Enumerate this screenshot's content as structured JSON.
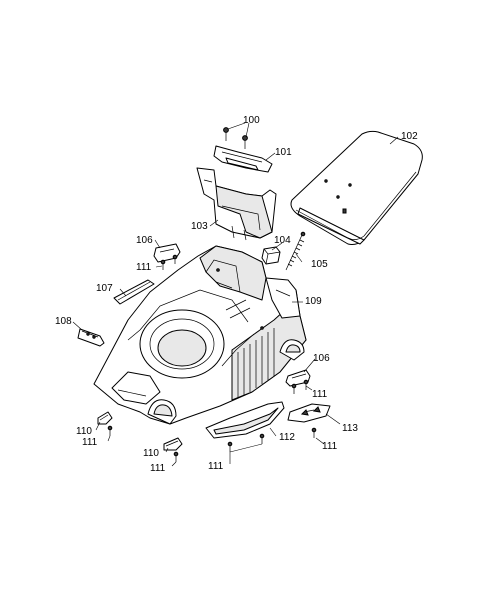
{
  "callouts": {
    "c100": "100",
    "c101": "101",
    "c102": "102",
    "c103": "103",
    "c104": "104",
    "c105": "105",
    "c106a": "106",
    "c106b": "106",
    "c107": "107",
    "c108": "108",
    "c109": "109",
    "c110a": "110",
    "c110b": "110",
    "c111a": "111",
    "c111b": "111",
    "c111c": "111",
    "c111d": "111",
    "c111e": "111",
    "c111f": "111",
    "c112": "112",
    "c113": "113"
  }
}
